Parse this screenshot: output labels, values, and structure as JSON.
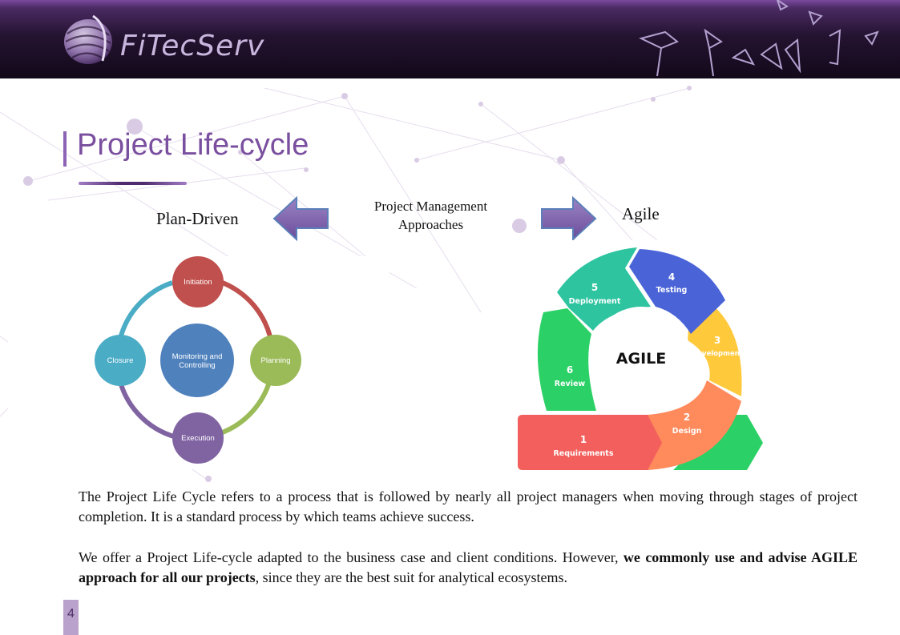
{
  "header": {
    "logo_text": "FiTecServ"
  },
  "slide": {
    "title": "Project Life-cycle",
    "page_number": "4"
  },
  "approaches": {
    "center_label": "Project Management Approaches",
    "left_label": "Plan-Driven",
    "right_label": "Agile"
  },
  "plan_driven": {
    "center": "Monitoring and Controlling",
    "phases": [
      "Initiation",
      "Planning",
      "Execution",
      "Closure"
    ]
  },
  "agile_cycle": {
    "center": "AGILE",
    "steps": [
      {
        "num": "1",
        "label": "Requirements"
      },
      {
        "num": "2",
        "label": "Design"
      },
      {
        "num": "3",
        "label": "Development"
      },
      {
        "num": "4",
        "label": "Testing"
      },
      {
        "num": "5",
        "label": "Deployment"
      },
      {
        "num": "6",
        "label": "Review"
      }
    ]
  },
  "body": {
    "paragraph1": "The Project Life Cycle refers to a process that is followed by nearly all project managers when moving through stages of project completion. It is a standard process by which teams achieve success.",
    "paragraph2_start": "We offer a Project Life-cycle adapted to the business case and client conditions. However, ",
    "paragraph2_bold": "we commonly use and advise AGILE approach for all our projects",
    "paragraph2_end": ", since they are the best suit for analytical ecosystems."
  },
  "colors": {
    "accent_purple": "#7a4f9f",
    "initiation": "#c0504d",
    "planning": "#9bbb59",
    "execution": "#8064a2",
    "closure": "#4bacc6",
    "center_node": "#4f81bd",
    "agile_requirements": "#f25f5c",
    "agile_design": "#ff8a5b",
    "agile_development": "#ffc93c",
    "agile_testing": "#4a64d8",
    "agile_deployment": "#2ec4a0",
    "agile_review": "#2bd166"
  }
}
